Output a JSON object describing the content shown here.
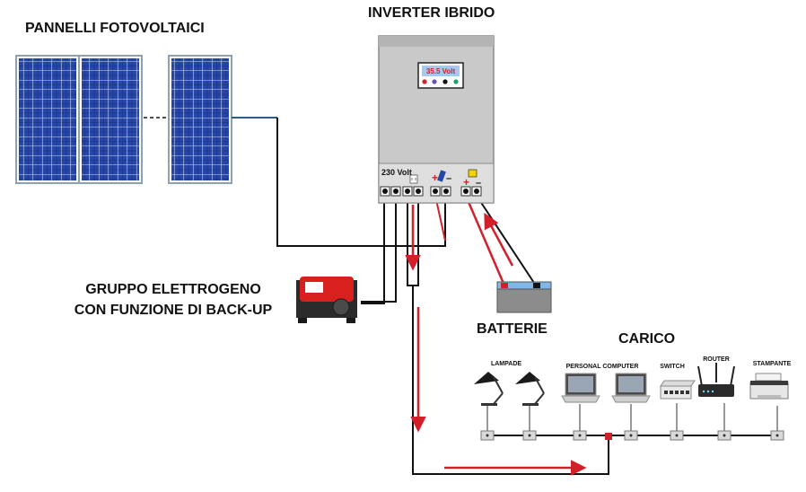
{
  "labels": {
    "solar_panels": "PANNELLI FOTOVOLTAICI",
    "inverter_title": "INVERTER IBRIDO",
    "generator_line1": "GRUPPO ELETTROGENO",
    "generator_line2": "CON FUNZIONE DI BACK-UP",
    "batteries": "BATTERIE",
    "load": "CARICO"
  },
  "inverter": {
    "display_value": "35.5 Volt",
    "ac_label": "230 Volt",
    "plus_sign": "+",
    "minus_sign": "–",
    "display_leds": [
      "#d21f2a",
      "#6b4fb3",
      "#111111",
      "#1aa36b"
    ]
  },
  "loads": [
    {
      "label": "LAMPADE"
    },
    {
      "label": "PERSONAL COMPUTER"
    },
    {
      "label": "SWITCH"
    },
    {
      "label": "ROUTER"
    },
    {
      "label": "STAMPANTE"
    }
  ],
  "colors": {
    "wire": "#111111",
    "flow": "#d21f2a",
    "pv_wire": "#2a5d8a",
    "inverter_body": "#c9c9c9",
    "panel_cell": "#1d3a8f"
  }
}
